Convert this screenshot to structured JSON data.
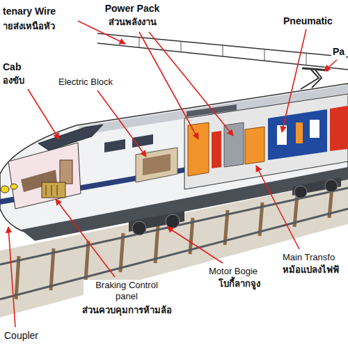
{
  "diagram": {
    "labels": [
      "tenary Wire",
      "ายส่งเหนือหัว",
      "Power Pack",
      "ส่วนพลังงาน",
      "Pneumatic",
      "Pa",
      "Cab",
      "องขับ",
      "Electric Block",
      "Main Transfo",
      "หม้อแปลงไฟฟ้",
      "Motor Bogie",
      "โบกี้ลากจูง",
      "Braking Control panel",
      "ส่วนควบคุมการห้ามล้อ",
      "Coupler"
    ]
  }
}
